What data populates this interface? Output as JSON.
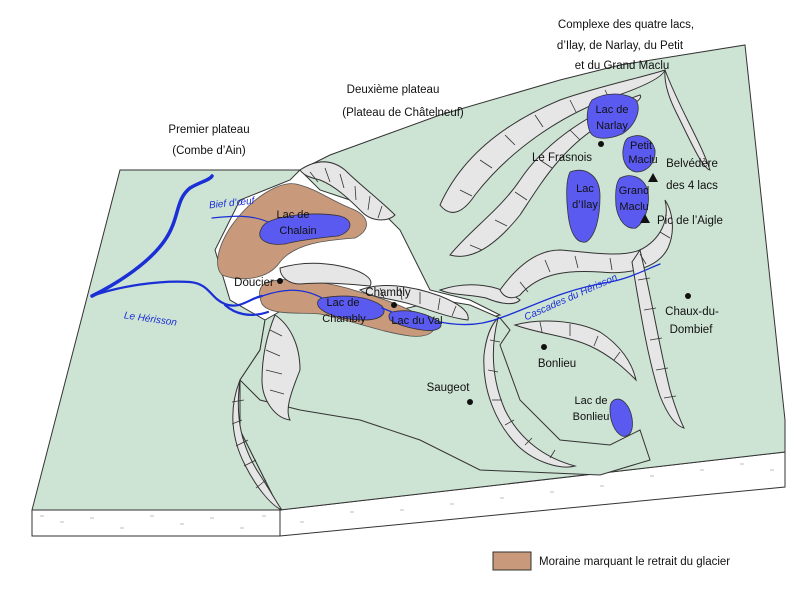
{
  "colors": {
    "plateau": "#cde3d3",
    "moraine": "#c8997a",
    "lake": "#5a5af0",
    "river": "#1a2fd6",
    "cliff": "#e6e6e6",
    "edge": "#333333"
  },
  "regions": {
    "premier_line1": "Premier plateau",
    "premier_line2": "(Combe d’Ain)",
    "deuxieme_line1": "Deuxième plateau",
    "deuxieme_line2": "(Plateau de Châtelneuf)",
    "complexe_line1": "Complexe des quatre lacs,",
    "complexe_line2": "d’Ilay, de Narlay, du Petit",
    "complexe_line3": "et du Grand Maclu"
  },
  "lakes": {
    "chalain_1": "Lac de",
    "chalain_2": "Chalain",
    "chambly_1": "Lac de",
    "chambly_2": "Chambly",
    "val": "Lac du Val",
    "narlay_1": "Lac de",
    "narlay_2": "Narlay",
    "petit_maclu_1": "Petit",
    "petit_maclu_2": "Maclu",
    "grand_maclu_1": "Grand",
    "grand_maclu_2": "Maclu",
    "ilay_1": "Lac",
    "ilay_2": "d’Ilay",
    "bonlieu_1": "Lac de",
    "bonlieu_2": "Bonlieu"
  },
  "places": {
    "doucier": "Doucier",
    "chambly": "Chambly",
    "frasnois": "Le Frasnois",
    "saugeot": "Saugeot",
    "bonlieu": "Bonlieu",
    "chaux_1": "Chaux-du-",
    "chaux_2": "Dombief"
  },
  "viewpoints": {
    "belvedere_1": "Belvédère",
    "belvedere_2": "des 4 lacs",
    "pic": "Pic de l’Aigle"
  },
  "rivers": {
    "bief": "Bief d’œuf",
    "herisson": "Le Hérisson",
    "cascades": "Cascades du Hérisson"
  },
  "legend": {
    "moraine_label": "Moraine marquant le retrait du glacier"
  }
}
